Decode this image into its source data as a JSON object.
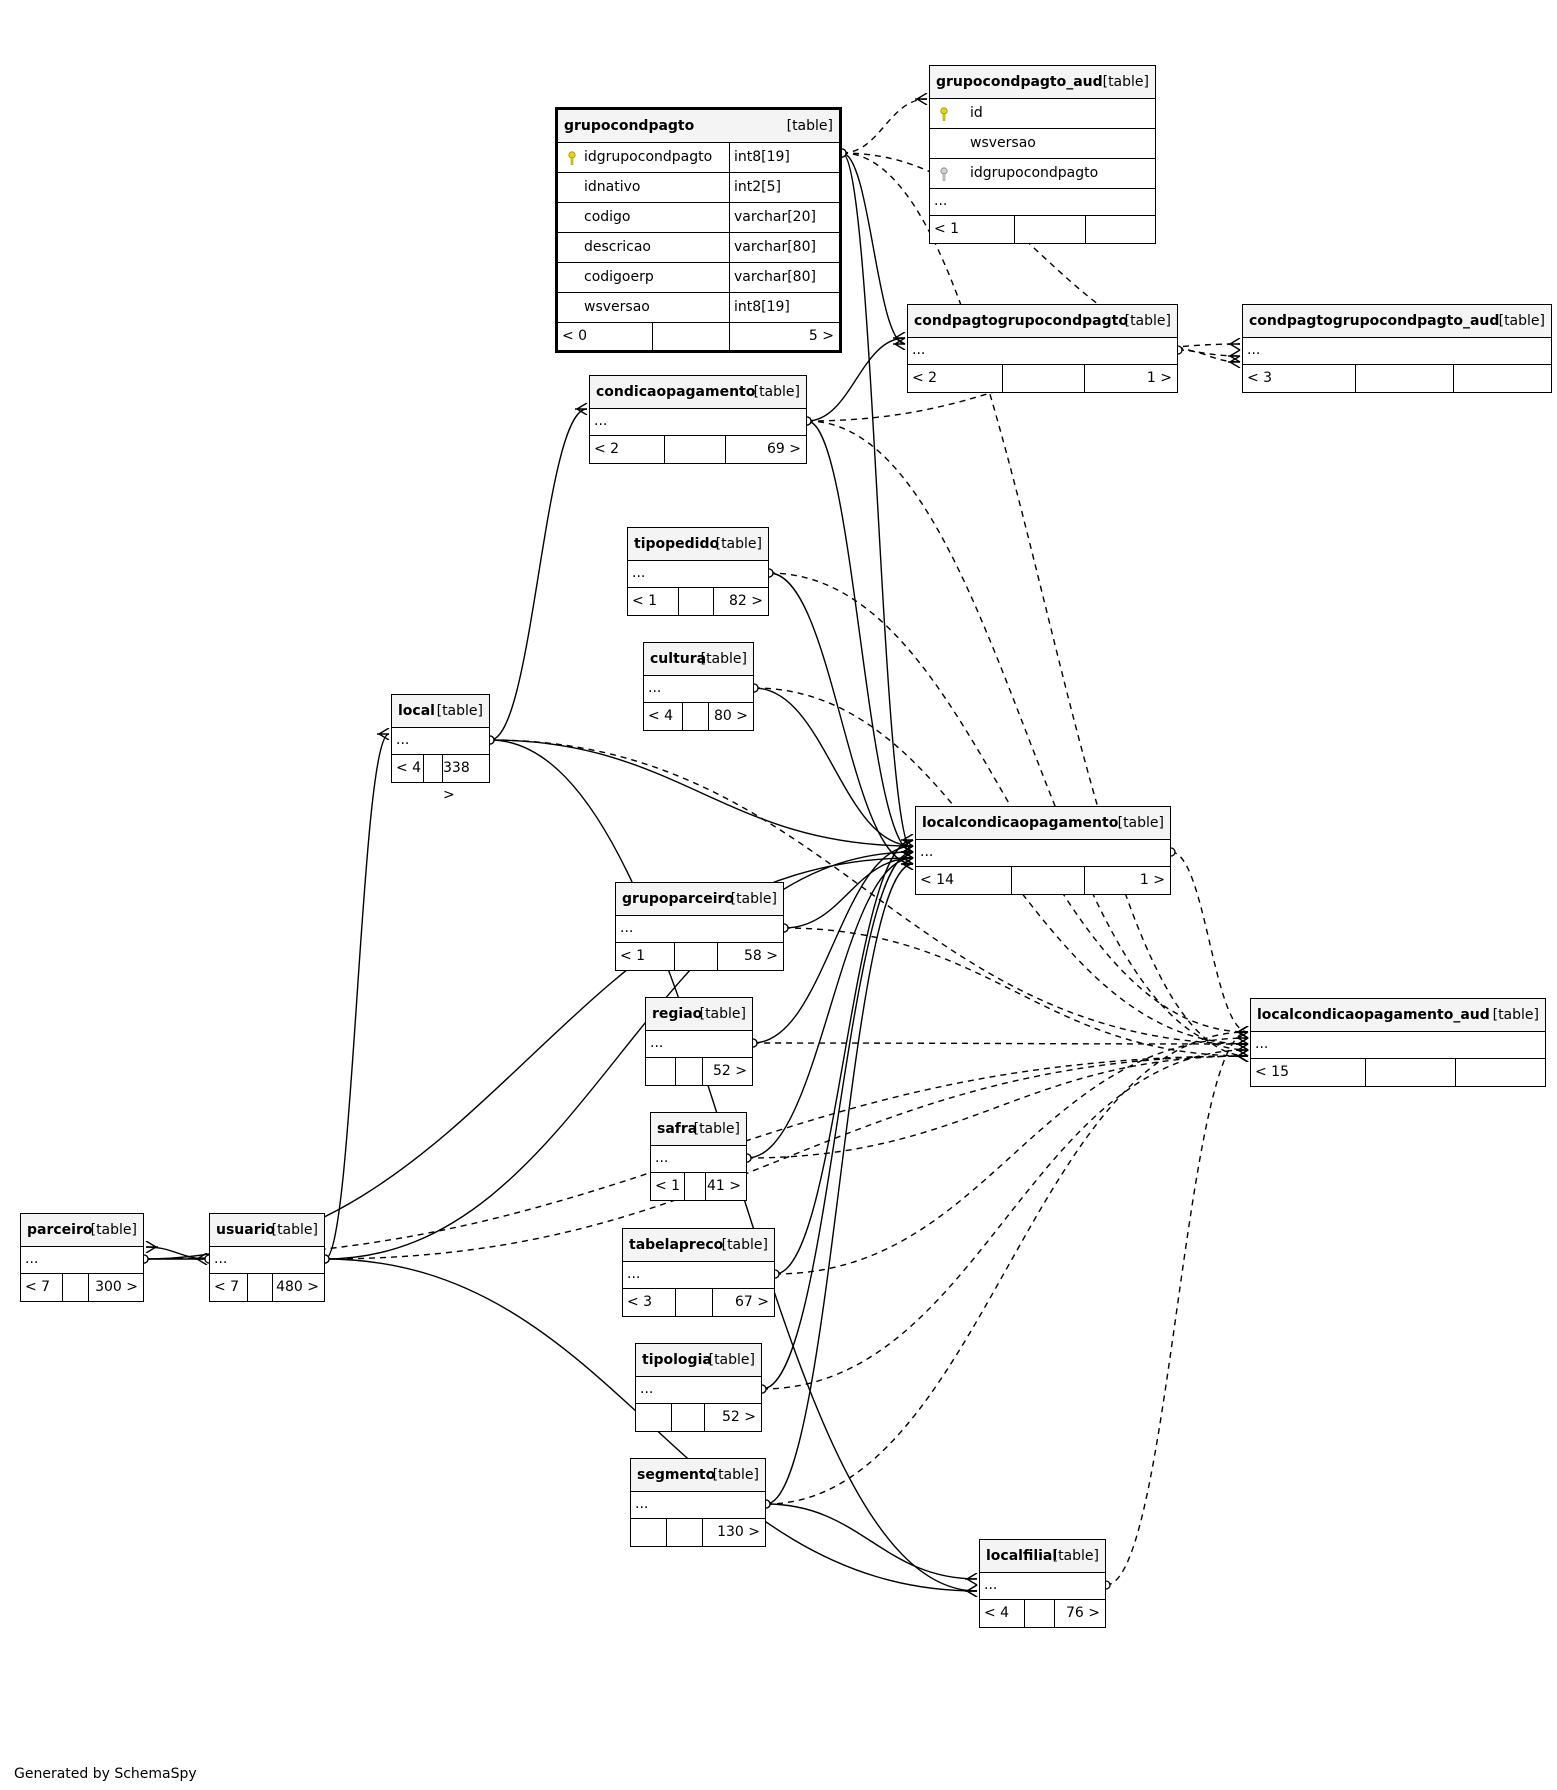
{
  "credit": "Generated by SchemaSpy",
  "tables": {
    "grupocondpagto": {
      "name": "grupocondpagto",
      "type": "[table]",
      "columns": [
        {
          "name": "idgrupocondpagto",
          "type": "int8[19]",
          "key": "primary"
        },
        {
          "name": "idnativo",
          "type": "int2[5]"
        },
        {
          "name": "codigo",
          "type": "varchar[20]"
        },
        {
          "name": "descricao",
          "type": "varchar[80]"
        },
        {
          "name": "codigoerp",
          "type": "varchar[80]"
        },
        {
          "name": "wsversao",
          "type": "int8[19]"
        }
      ],
      "parents": "< 0",
      "children": "5 >"
    },
    "grupocondpagto_aud": {
      "name": "grupocondpagto_aud",
      "type": "[table]",
      "columns": [
        {
          "name": "id",
          "key": "primary"
        },
        {
          "name": "wsversao"
        },
        {
          "name": "idgrupocondpagto",
          "key": "foreign"
        }
      ],
      "ellipsis": "...",
      "parents": "< 1",
      "children": ""
    },
    "condpagtogrupocondpagto": {
      "name": "condpagtogrupocondpagto",
      "type": "[table]",
      "ellipsis": "...",
      "parents": "< 2",
      "children": "1 >"
    },
    "condpagtogrupocondpagto_aud": {
      "name": "condpagtogrupocondpagto_aud",
      "type": "[table]",
      "ellipsis": "...",
      "parents": "< 3",
      "children": ""
    },
    "condicaopagamento": {
      "name": "condicaopagamento",
      "type": "[table]",
      "ellipsis": "...",
      "parents": "< 2",
      "children": "69 >"
    },
    "tipopedido": {
      "name": "tipopedido",
      "type": "[table]",
      "ellipsis": "...",
      "parents": "< 1",
      "children": "82 >"
    },
    "cultura": {
      "name": "cultura",
      "type": "[table]",
      "ellipsis": "...",
      "parents": "< 4",
      "children": "80 >"
    },
    "local": {
      "name": "local",
      "type": "[table]",
      "ellipsis": "...",
      "parents": "< 4",
      "children": "338 >"
    },
    "localcondicaopagamento": {
      "name": "localcondicaopagamento",
      "type": "[table]",
      "ellipsis": "...",
      "parents": "< 14",
      "children": "1 >"
    },
    "grupoparceiro": {
      "name": "grupoparceiro",
      "type": "[table]",
      "ellipsis": "...",
      "parents": "< 1",
      "children": "58 >"
    },
    "localcondicaopagamento_aud": {
      "name": "localcondicaopagamento_aud",
      "type": "[table]",
      "ellipsis": "...",
      "parents": "< 15",
      "children": ""
    },
    "regiao": {
      "name": "regiao",
      "type": "[table]",
      "ellipsis": "...",
      "parents": "",
      "children": "52 >"
    },
    "safra": {
      "name": "safra",
      "type": "[table]",
      "ellipsis": "...",
      "parents": "< 1",
      "children": "41 >"
    },
    "tabelapreco": {
      "name": "tabelapreco",
      "type": "[table]",
      "ellipsis": "...",
      "parents": "< 3",
      "children": "67 >"
    },
    "tipologia": {
      "name": "tipologia",
      "type": "[table]",
      "ellipsis": "...",
      "parents": "",
      "children": "52 >"
    },
    "segmento": {
      "name": "segmento",
      "type": "[table]",
      "ellipsis": "...",
      "parents": "",
      "children": "130 >"
    },
    "parceiro": {
      "name": "parceiro",
      "type": "[table]",
      "ellipsis": "...",
      "parents": "< 7",
      "children": "300 >"
    },
    "usuario": {
      "name": "usuario",
      "type": "[table]",
      "ellipsis": "...",
      "parents": "< 7",
      "children": "480 >"
    },
    "localfilial": {
      "name": "localfilial",
      "type": "[table]",
      "ellipsis": "...",
      "parents": "< 4",
      "children": "76 >"
    }
  },
  "relationships": [
    {
      "from": "grupocondpagto",
      "to": "grupocondpagto_aud",
      "style": "dashed"
    },
    {
      "from": "grupocondpagto",
      "to": "condpagtogrupocondpagto",
      "style": "solid"
    },
    {
      "from": "grupocondpagto",
      "to": "localcondicaopagamento",
      "style": "solid"
    },
    {
      "from": "grupocondpagto",
      "to": "condpagtogrupocondpagto_aud",
      "style": "dashed"
    },
    {
      "from": "grupocondpagto",
      "to": "localcondicaopagamento_aud",
      "style": "dashed"
    },
    {
      "from": "condicaopagamento",
      "to": "condpagtogrupocondpagto",
      "style": "solid"
    },
    {
      "from": "condicaopagamento",
      "to": "condpagtogrupocondpagto_aud",
      "style": "dashed"
    },
    {
      "from": "condicaopagamento",
      "to": "localcondicaopagamento",
      "style": "solid"
    },
    {
      "from": "condicaopagamento",
      "to": "localcondicaopagamento_aud",
      "style": "dashed"
    },
    {
      "from": "condpagtogrupocondpagto",
      "to": "condpagtogrupocondpagto_aud",
      "style": "dashed"
    },
    {
      "from": "local",
      "to": "condicaopagamento",
      "style": "solid"
    },
    {
      "from": "local",
      "to": "localcondicaopagamento",
      "style": "solid"
    },
    {
      "from": "local",
      "to": "localcondicaopagamento_aud",
      "style": "dashed"
    },
    {
      "from": "local",
      "to": "localfilial",
      "style": "solid"
    },
    {
      "from": "tipopedido",
      "to": "localcondicaopagamento",
      "style": "solid"
    },
    {
      "from": "tipopedido",
      "to": "localcondicaopagamento_aud",
      "style": "dashed"
    },
    {
      "from": "cultura",
      "to": "localcondicaopagamento",
      "style": "solid"
    },
    {
      "from": "cultura",
      "to": "localcondicaopagamento_aud",
      "style": "dashed"
    },
    {
      "from": "grupoparceiro",
      "to": "localcondicaopagamento",
      "style": "solid"
    },
    {
      "from": "grupoparceiro",
      "to": "localcondicaopagamento_aud",
      "style": "dashed"
    },
    {
      "from": "localcondicaopagamento",
      "to": "localcondicaopagamento_aud",
      "style": "dashed"
    },
    {
      "from": "regiao",
      "to": "localcondicaopagamento",
      "style": "solid"
    },
    {
      "from": "regiao",
      "to": "localcondicaopagamento_aud",
      "style": "dashed"
    },
    {
      "from": "safra",
      "to": "localcondicaopagamento",
      "style": "solid"
    },
    {
      "from": "safra",
      "to": "localcondicaopagamento_aud",
      "style": "dashed"
    },
    {
      "from": "tabelapreco",
      "to": "localcondicaopagamento",
      "style": "solid"
    },
    {
      "from": "tabelapreco",
      "to": "localcondicaopagamento_aud",
      "style": "dashed"
    },
    {
      "from": "tipologia",
      "to": "localcondicaopagamento",
      "style": "solid"
    },
    {
      "from": "tipologia",
      "to": "localcondicaopagamento_aud",
      "style": "dashed"
    },
    {
      "from": "segmento",
      "to": "localcondicaopagamento",
      "style": "solid"
    },
    {
      "from": "segmento",
      "to": "localcondicaopagamento_aud",
      "style": "dashed"
    },
    {
      "from": "segmento",
      "to": "localfilial",
      "style": "solid"
    },
    {
      "from": "parceiro",
      "to": "usuario",
      "style": "solid"
    },
    {
      "from": "parceiro",
      "to": "localcondicaopagamento",
      "style": "solid"
    },
    {
      "from": "parceiro",
      "to": "localcondicaopagamento_aud",
      "style": "dashed"
    },
    {
      "from": "usuario",
      "to": "parceiro",
      "style": "solid"
    },
    {
      "from": "usuario",
      "to": "local",
      "style": "solid"
    },
    {
      "from": "usuario",
      "to": "localcondicaopagamento",
      "style": "solid"
    },
    {
      "from": "usuario",
      "to": "localfilial",
      "style": "solid"
    },
    {
      "from": "usuario",
      "to": "localcondicaopagamento_aud",
      "style": "dashed"
    },
    {
      "from": "localfilial",
      "to": "localcondicaopagamento_aud",
      "style": "dashed"
    }
  ]
}
